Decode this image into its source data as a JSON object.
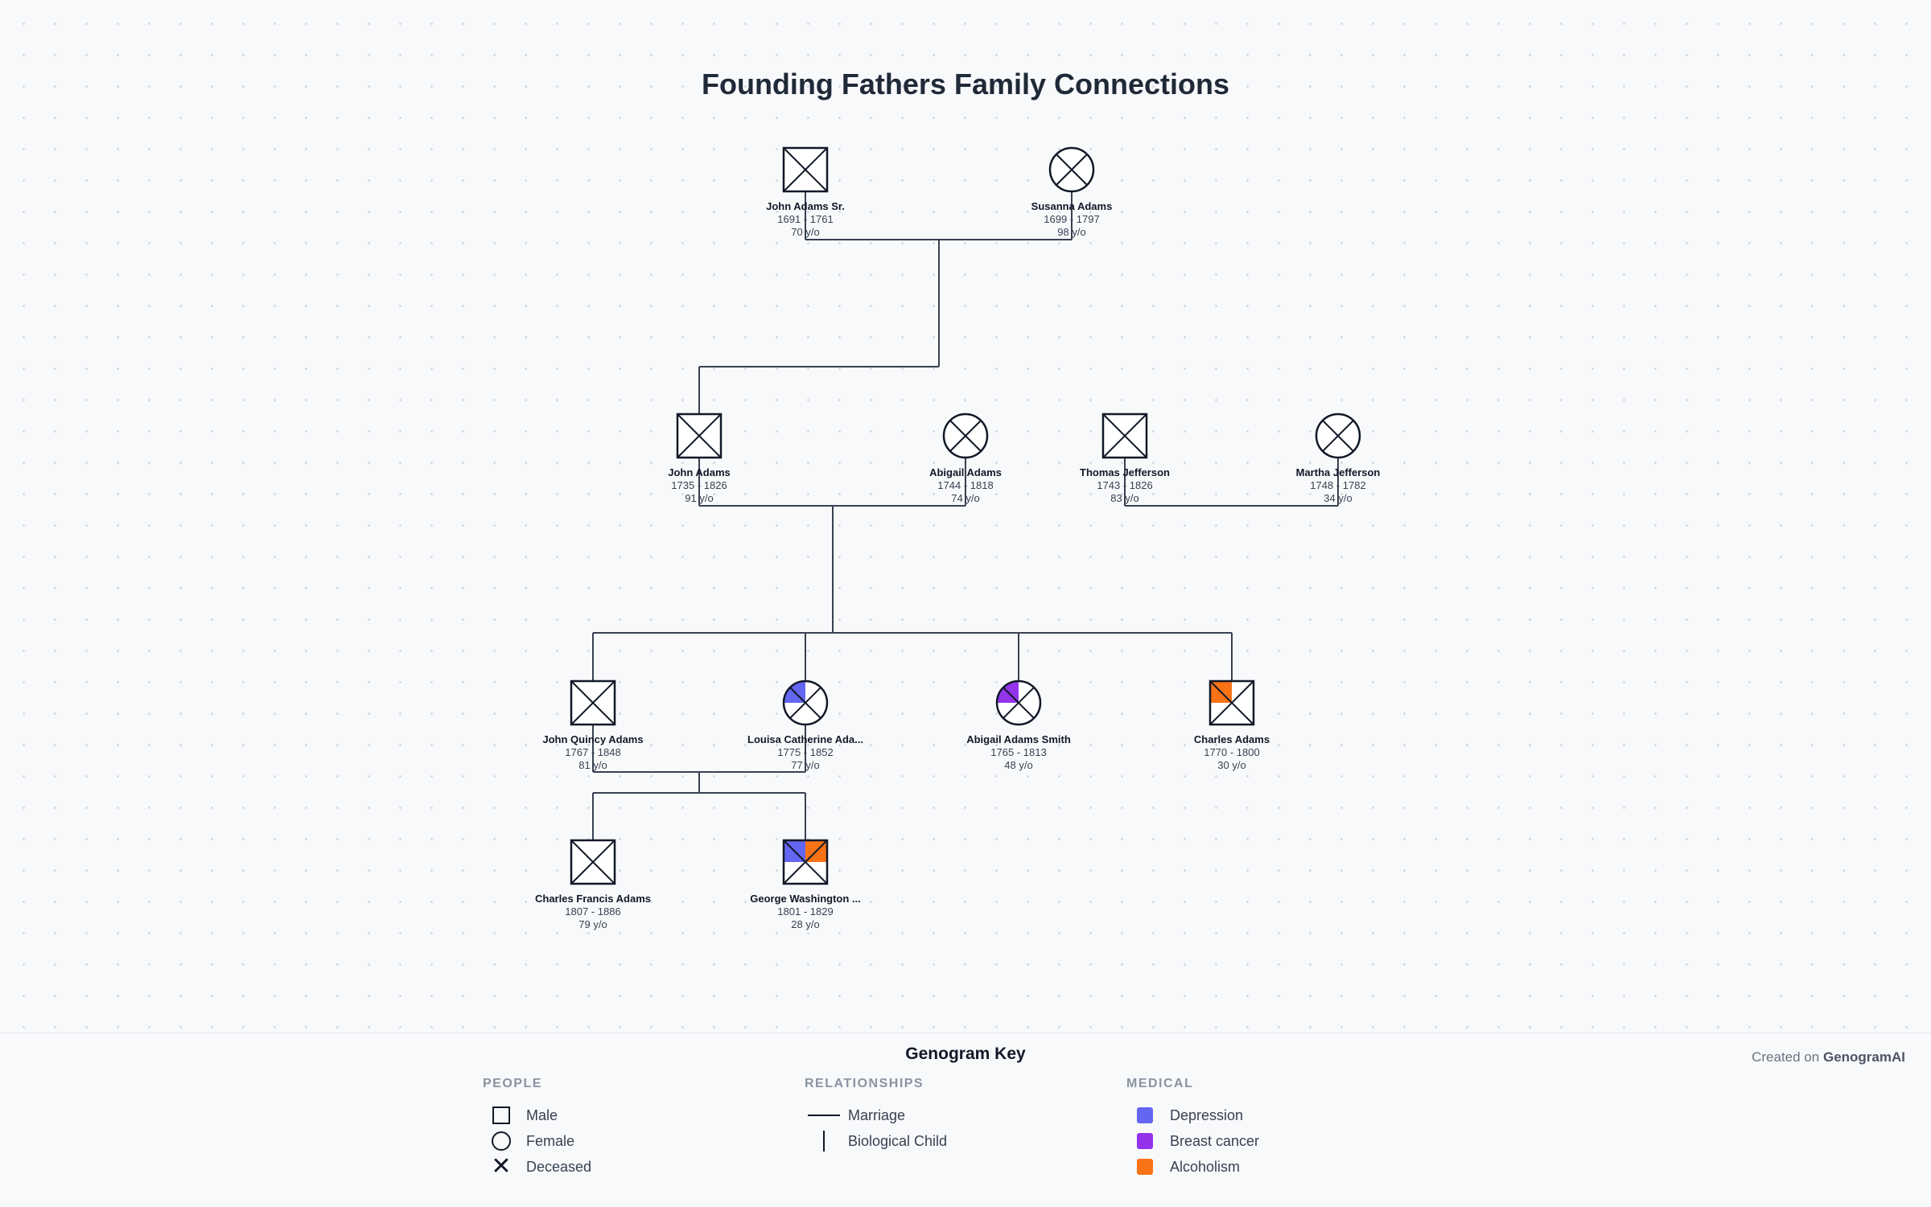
{
  "title": "Founding Fathers Family Connections",
  "people": [
    {
      "id": "jas",
      "name": "John Adams Sr.",
      "years": "1691 - 1761",
      "age": "70 y/o",
      "sex": "male",
      "deceased": true,
      "conditions": []
    },
    {
      "id": "sa",
      "name": "Susanna Adams",
      "years": "1699 - 1797",
      "age": "98 y/o",
      "sex": "female",
      "deceased": true,
      "conditions": []
    },
    {
      "id": "ja",
      "name": "John Adams",
      "years": "1735 - 1826",
      "age": "91 y/o",
      "sex": "male",
      "deceased": true,
      "conditions": []
    },
    {
      "id": "aa",
      "name": "Abigail Adams",
      "years": "1744 - 1818",
      "age": "74 y/o",
      "sex": "female",
      "deceased": true,
      "conditions": []
    },
    {
      "id": "tj",
      "name": "Thomas Jefferson",
      "years": "1743 - 1826",
      "age": "83 y/o",
      "sex": "male",
      "deceased": true,
      "conditions": []
    },
    {
      "id": "mj",
      "name": "Martha Jefferson",
      "years": "1748 - 1782",
      "age": "34 y/o",
      "sex": "female",
      "deceased": true,
      "conditions": []
    },
    {
      "id": "jqa",
      "name": "John Quincy Adams",
      "years": "1767 - 1848",
      "age": "81 y/o",
      "sex": "male",
      "deceased": true,
      "conditions": []
    },
    {
      "id": "lca",
      "name": "Louisa Catherine Ada...",
      "years": "1775 - 1852",
      "age": "77 y/o",
      "sex": "female",
      "deceased": true,
      "conditions": [
        "depression"
      ]
    },
    {
      "id": "aas",
      "name": "Abigail Adams Smith",
      "years": "1765 - 1813",
      "age": "48 y/o",
      "sex": "female",
      "deceased": true,
      "conditions": [
        "breast_cancer"
      ]
    },
    {
      "id": "ca",
      "name": "Charles Adams",
      "years": "1770 - 1800",
      "age": "30 y/o",
      "sex": "male",
      "deceased": true,
      "conditions": [
        "alcoholism"
      ]
    },
    {
      "id": "cfa",
      "name": "Charles Francis Adams",
      "years": "1807 - 1886",
      "age": "79 y/o",
      "sex": "male",
      "deceased": true,
      "conditions": []
    },
    {
      "id": "gwa",
      "name": "George Washington ...",
      "years": "1801 - 1829",
      "age": "28 y/o",
      "sex": "male",
      "deceased": true,
      "conditions": [
        "depression",
        "alcoholism"
      ]
    }
  ],
  "marriages": [
    {
      "partners": [
        "jas",
        "sa"
      ],
      "children": [
        "ja"
      ]
    },
    {
      "partners": [
        "ja",
        "aa"
      ],
      "children": [
        "jqa",
        "lca",
        "aas",
        "ca"
      ]
    },
    {
      "partners": [
        "tj",
        "mj"
      ],
      "children": []
    },
    {
      "partners": [
        "jqa",
        "lca"
      ],
      "children": [
        "cfa",
        "gwa"
      ]
    }
  ],
  "condition_colors": {
    "depression": "#6366f1",
    "breast_cancer": "#9333ea",
    "alcoholism": "#f97316"
  },
  "key": {
    "title": "Genogram Key",
    "credit_prefix": "Created on",
    "credit_brand": "GenogramAI",
    "people": {
      "heading": "PEOPLE",
      "male": "Male",
      "female": "Female",
      "deceased": "Deceased"
    },
    "relationships": {
      "heading": "RELATIONSHIPS",
      "marriage": "Marriage",
      "biological_child": "Biological Child"
    },
    "medical": {
      "heading": "MEDICAL",
      "depression": "Depression",
      "breast_cancer": "Breast cancer",
      "alcoholism": "Alcoholism"
    }
  }
}
